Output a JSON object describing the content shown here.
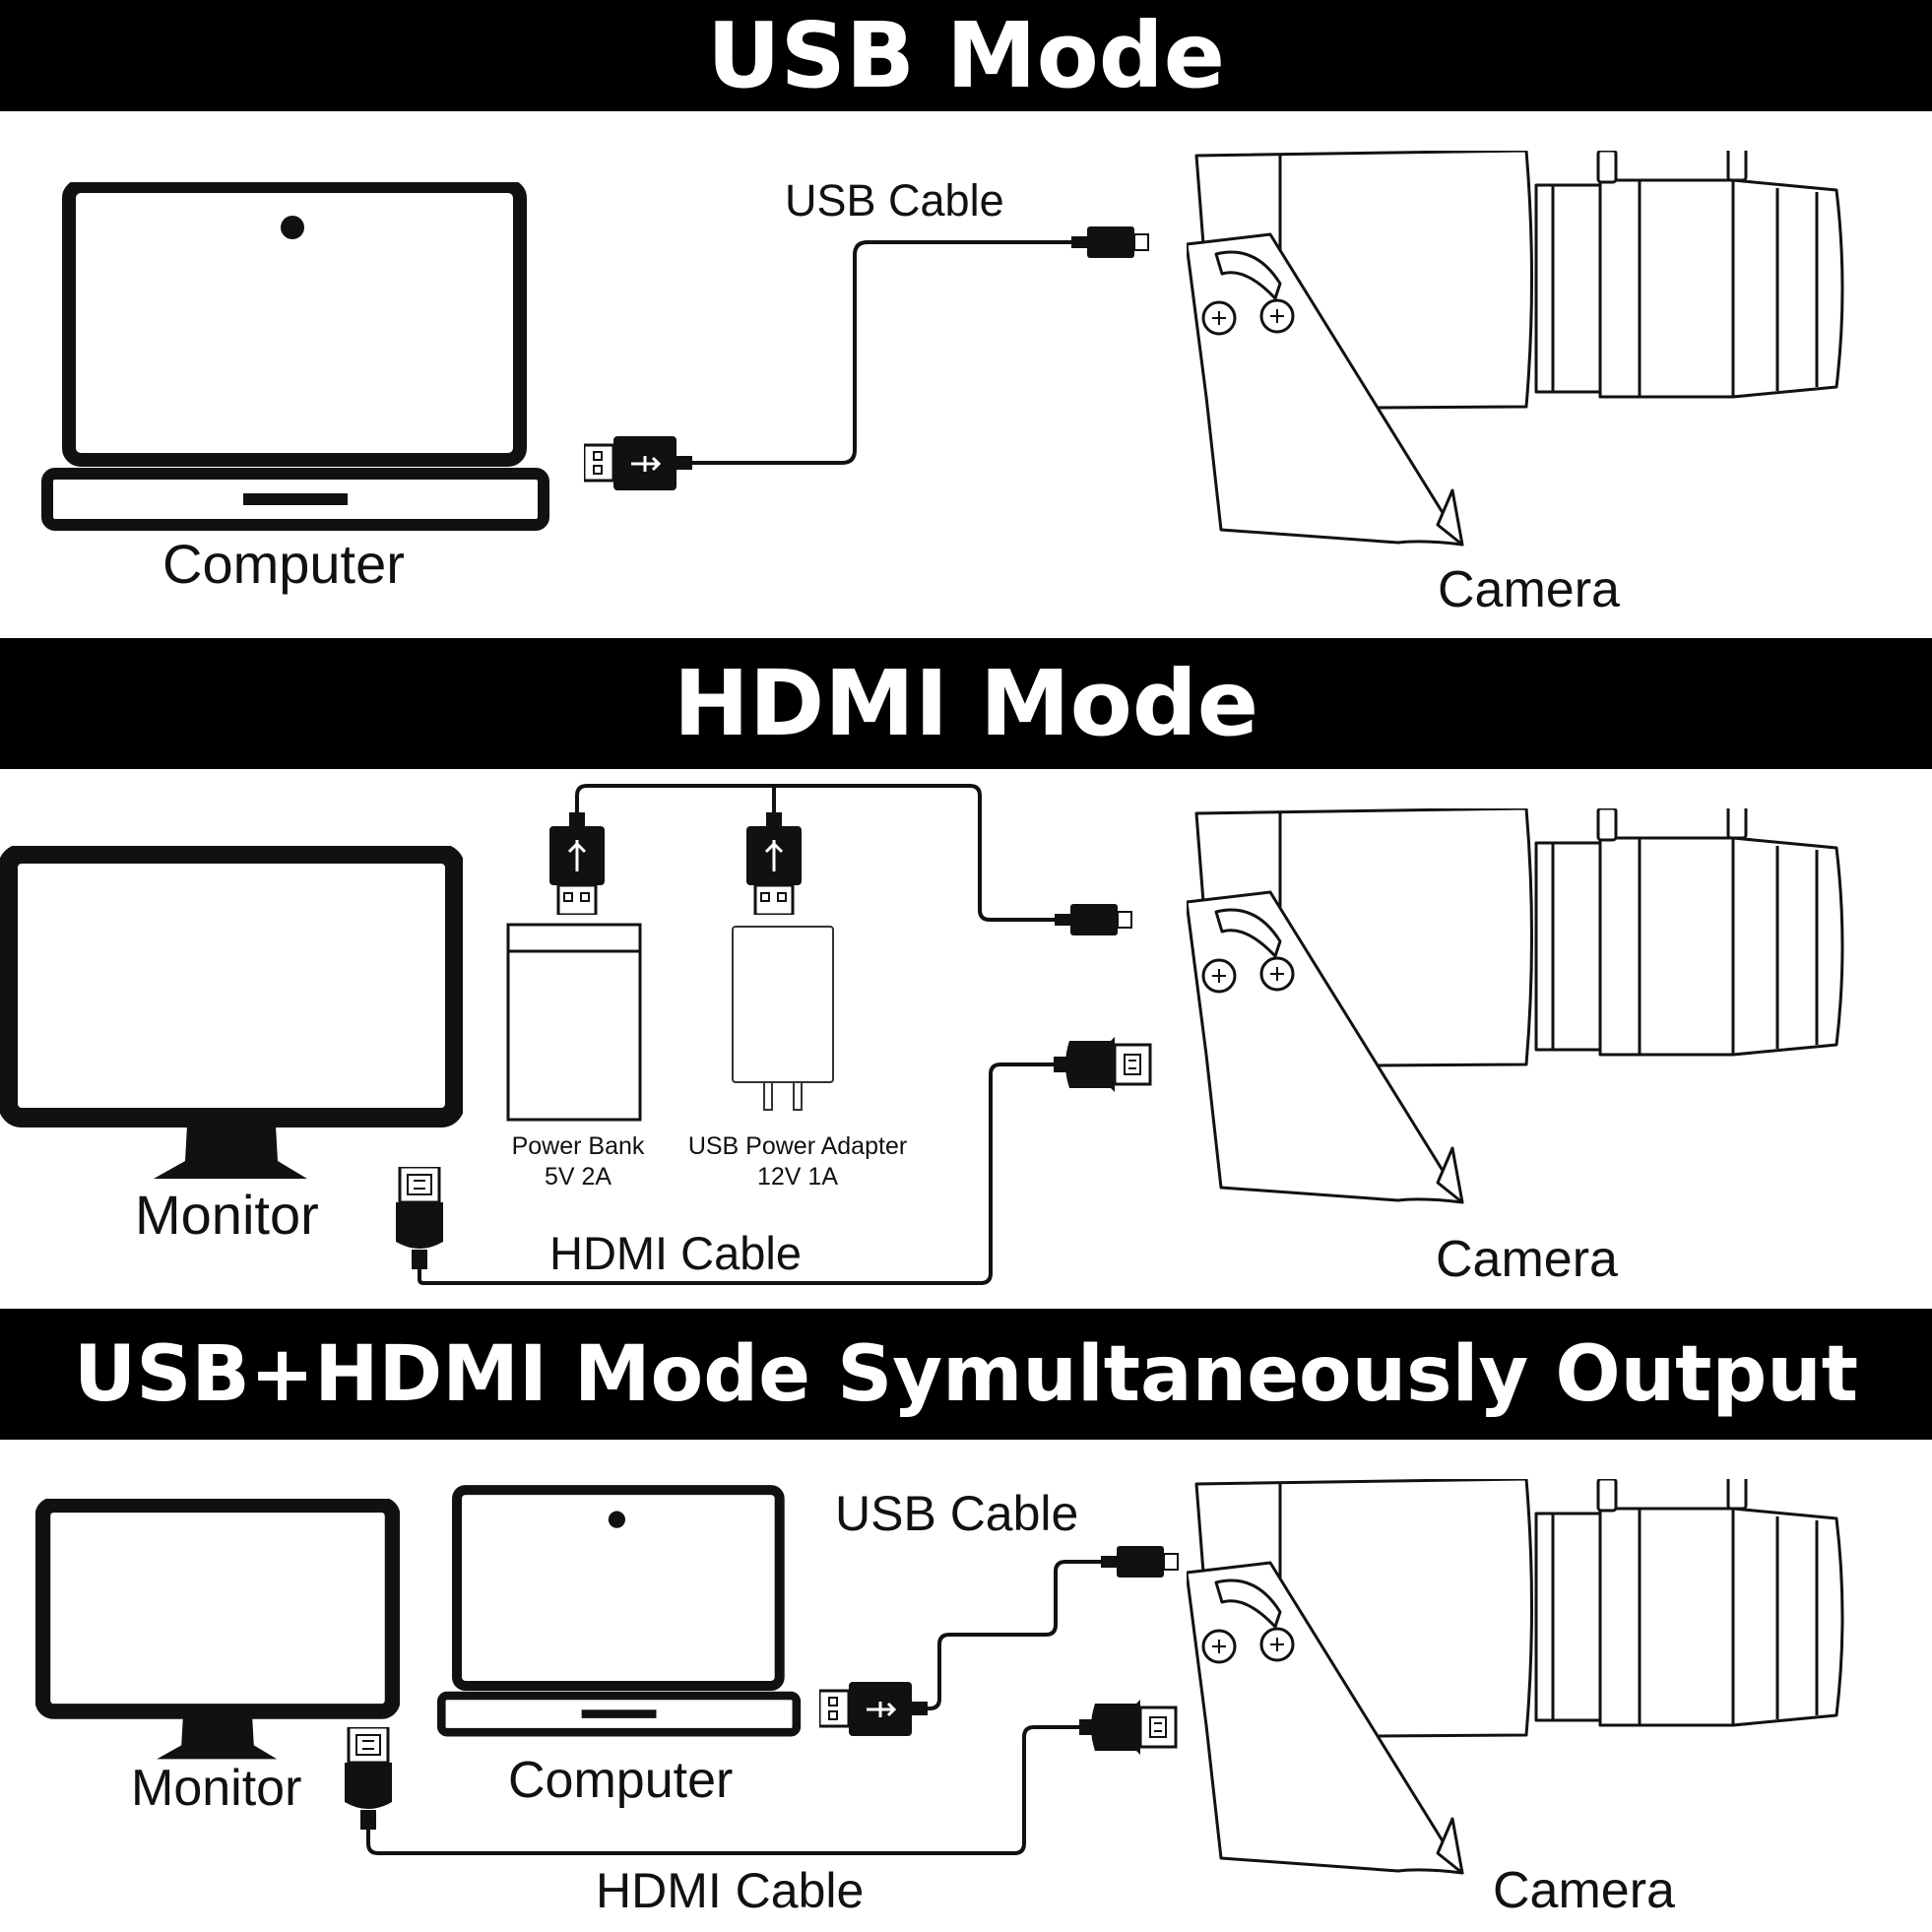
{
  "sections": {
    "usb": {
      "title": "USB Mode",
      "computer_label": "Computer",
      "cable_label": "USB Cable",
      "camera_label": "Camera"
    },
    "hdmi": {
      "title": "HDMI Mode",
      "monitor_label": "Monitor",
      "power_bank_label": "Power Bank",
      "power_bank_spec": "5V 2A",
      "adapter_label": "USB Power Adapter",
      "adapter_spec": "12V 1A",
      "hdmi_cable_label": "HDMI Cable",
      "camera_label": "Camera"
    },
    "combo": {
      "title": "USB+HDMI Mode Symultaneously Output",
      "monitor_label": "Monitor",
      "computer_label": "Computer",
      "usb_cable_label": "USB Cable",
      "hdmi_cable_label": "HDMI Cable",
      "camera_label": "Camera"
    }
  },
  "colors": {
    "band": "#000000",
    "band_text": "#ffffff",
    "line": "#111111"
  },
  "icons": [
    "laptop-icon",
    "monitor-icon",
    "camera-icon",
    "usb-plug-icon",
    "micro-usb-plug-icon",
    "hdmi-plug-icon",
    "power-bank-icon",
    "power-adapter-icon"
  ]
}
